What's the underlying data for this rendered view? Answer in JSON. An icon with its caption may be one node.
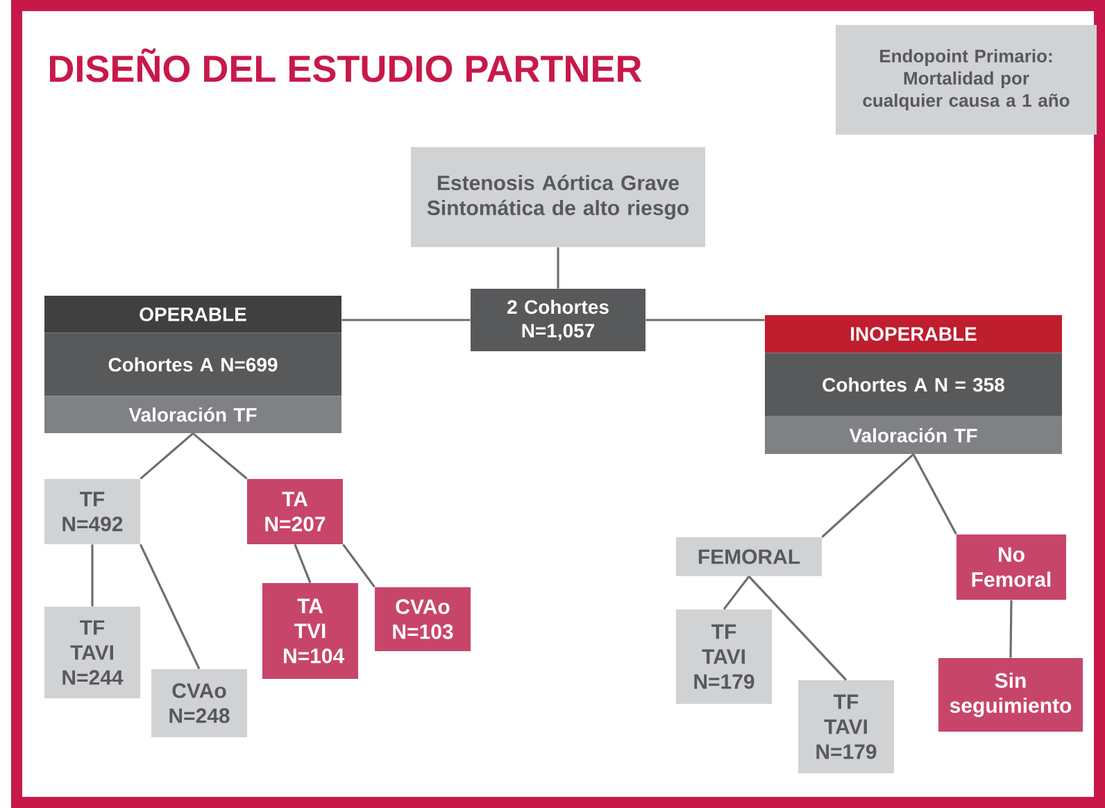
{
  "diagram": {
    "title": "DISEÑO DEL ESTUDIO PARTNER",
    "nodes": [
      {
        "text": [
          "Endopoint Primario: Mortalidad por cualquier causa a 1 año"
        ]
      },
      {
        "text": [
          "Estenosis Aórtica Grave Sintomática de alto riesgo"
        ]
      },
      {
        "text": [
          "2 Cohortes N=1,057"
        ]
      },
      {
        "text": [
          "OPERABLE",
          "Cohortes A N=699",
          "Valoración TF"
        ]
      },
      {
        "text": [
          "INOPERABLE",
          "Cohortes A N = 358",
          "Valoración TF"
        ]
      },
      {
        "text": [
          "TF N=492"
        ]
      },
      {
        "text": [
          "TA N=207"
        ]
      },
      {
        "text": [
          "TF TAVI N=244"
        ]
      },
      {
        "text": [
          "CVAo N=248"
        ]
      },
      {
        "text": [
          "TA TVI N=104"
        ]
      },
      {
        "text": [
          "CVAo N=103"
        ]
      },
      {
        "text": [
          "FEMORAL"
        ]
      },
      {
        "text": [
          "No Femoral"
        ]
      },
      {
        "text": [
          "TF TAVI N=179"
        ]
      },
      {
        "text": [
          "TF TAVI N=179"
        ]
      },
      {
        "text": [
          "Sin seguimiento"
        ]
      }
    ],
    "edges": [
      {
        "from": 1,
        "to": 2,
        "arrow": "none"
      },
      {
        "from": 2,
        "to": 3,
        "arrow": "none"
      },
      {
        "from": 2,
        "to": 4,
        "arrow": "none"
      },
      {
        "from": 3,
        "to": 5,
        "arrow": "none"
      },
      {
        "from": 3,
        "to": 6,
        "arrow": "none"
      },
      {
        "from": 5,
        "to": 7,
        "arrow": "none"
      },
      {
        "from": 5,
        "to": 8,
        "arrow": "none"
      },
      {
        "from": 6,
        "to": 9,
        "arrow": "none"
      },
      {
        "from": 6,
        "to": 10,
        "arrow": "none"
      },
      {
        "from": 4,
        "to": 11,
        "arrow": "none"
      },
      {
        "from": 4,
        "to": 12,
        "arrow": "none"
      },
      {
        "from": 11,
        "to": 13,
        "arrow": "none"
      },
      {
        "from": 11,
        "to": 14,
        "arrow": "none"
      },
      {
        "from": 12,
        "to": 15,
        "arrow": "none"
      }
    ]
  }
}
